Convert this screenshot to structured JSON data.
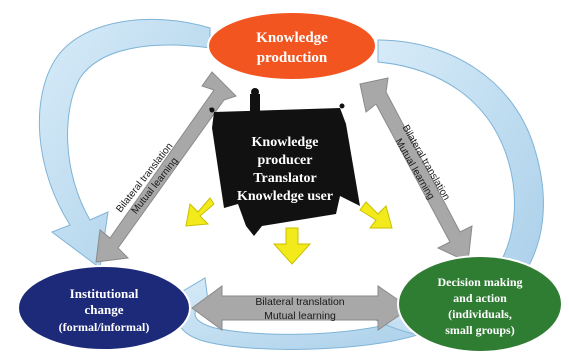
{
  "nodes": {
    "knowledge_production": {
      "line1": "Knowledge",
      "line2": "production",
      "color": "#f2551f"
    },
    "institutional_change": {
      "line1": "Institutional",
      "line2": "change",
      "line3": "(formal/informal)",
      "color": "#1d2a7a"
    },
    "decision_making": {
      "line1": "Decision making",
      "line2": "and action",
      "line3": "(individuals,",
      "line4": "small groups)",
      "color": "#2f7d32"
    },
    "center": {
      "line1": "Knowledge",
      "line2": "producer",
      "line3": "Translator",
      "line4": "Knowledge user",
      "color": "#111111"
    }
  },
  "connectors": {
    "left": {
      "line1": "Bilateral translation",
      "line2": "Mutual learning"
    },
    "right": {
      "line1": "Bilateral translation",
      "line2": "Mutual learning"
    },
    "bottom": {
      "line1": "Bilateral translation",
      "line2": "Mutual learning"
    }
  },
  "colors": {
    "cycle_arrow": "#b9d9ef",
    "cycle_arrow_stroke": "#7fb4d8",
    "gray_arrow": "#a8a8a8",
    "yellow_arrow": "#f2ea1a"
  }
}
